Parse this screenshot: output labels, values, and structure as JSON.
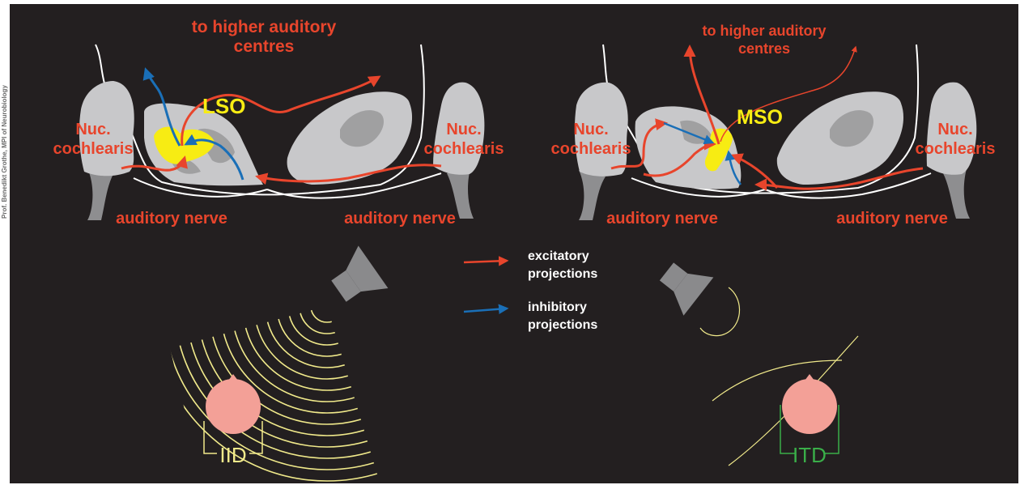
{
  "credit": "Prof. Benedikt Grothe, MPI of Neurobiology",
  "colors": {
    "background": "#231f20",
    "label_red": "#e8452c",
    "label_yellow": "#f7ec13",
    "excitatory": "#e8452c",
    "inhibitory": "#1a6fb7",
    "tissue": "#c8c8ca",
    "tissue_dark": "#8e8e90",
    "nucleus": "#f7ec13",
    "head": "#f3a097",
    "wave": "#f1ea8b",
    "speaker": "#8a8a8c",
    "itd_green": "#3aae49"
  },
  "left_panel": {
    "title": "to higher auditory\ncentres",
    "title_line1": "to higher auditory",
    "title_line2": "centres",
    "nucleus_label": "LSO",
    "nuc_left_line1": "Nuc.",
    "nuc_left_line2": "cochlearis",
    "nuc_right_line1": "Nuc.",
    "nuc_right_line2": "cochlearis",
    "nerve_left": "auditory nerve",
    "nerve_right": "auditory nerve",
    "cue_label": "IID"
  },
  "right_panel": {
    "title_line1": "to higher auditory",
    "title_line2": "centres",
    "nucleus_label": "MSO",
    "nuc_left_line1": "Nuc.",
    "nuc_left_line2": "cochlearis",
    "nuc_right_line1": "Nuc.",
    "nuc_right_line2": "cochlearis",
    "nerve_left": "auditory nerve",
    "nerve_right": "auditory nerve",
    "cue_label": "ITD"
  },
  "legend": {
    "excitatory_line1": "excitatory",
    "excitatory_line2": "projections",
    "inhibitory_line1": "inhibitory",
    "inhibitory_line2": "projections"
  }
}
